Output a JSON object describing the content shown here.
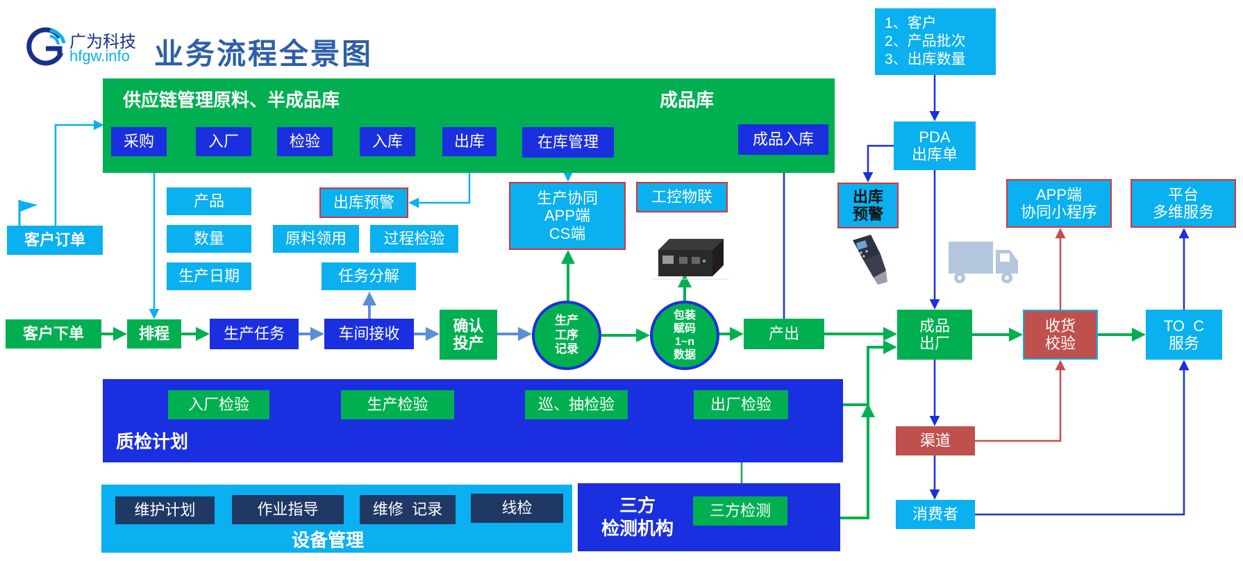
{
  "header": {
    "logo_cn": "广为科技",
    "logo_en": "hfgw.info",
    "title": "业务流程全景图"
  },
  "supply_panel": {
    "title": "供应链管理原料、半成品库",
    "finished_title": "成品库",
    "steps": [
      "采购",
      "入厂",
      "检验",
      "入库",
      "出库"
    ],
    "inventory": "在库管理",
    "finished_in": "成品入库"
  },
  "info_boxes": {
    "customer_info": [
      "1、客户",
      "2、产品批次",
      "3、出库数量"
    ],
    "product": "产品",
    "quantity": "数量",
    "prod_date": "生产日期",
    "out_warning": "出库预警",
    "material": "原料领用",
    "process_check": "过程检验",
    "task_split": "任务分解",
    "collab": [
      "生产协同",
      "APP端",
      "CS端"
    ],
    "iot": "工控物联",
    "pda": [
      "PDA",
      "出库单"
    ],
    "pda_warning": [
      "出库",
      "预警"
    ],
    "app_mini": [
      "APP端",
      "协同小程序"
    ],
    "platform": [
      "平台",
      "多维服务"
    ]
  },
  "flow": {
    "customer_order": "客户订单",
    "customer_place": "客户下单",
    "schedule": "排程",
    "prod_task": "生产任务",
    "workshop": "车间接收",
    "confirm": [
      "确认",
      "投产"
    ],
    "record": [
      "生产",
      "工序",
      "记录"
    ],
    "pack": [
      "包装",
      "赋码",
      "1~n",
      "数据"
    ],
    "output": "产出",
    "ship": [
      "成品",
      "出厂"
    ],
    "receive": [
      "收货",
      "校验"
    ],
    "toc": [
      "TO  C",
      "服务"
    ],
    "channel": "渠道",
    "consumer": "消费者"
  },
  "qc_panel": {
    "title": "质检计划",
    "steps": [
      "入厂检验",
      "生产检验",
      "巡、抽检验",
      "出厂检验"
    ]
  },
  "equip_panel": {
    "title": "设备管理",
    "items": [
      "维护计划",
      "作业指导",
      "维修  记录",
      "线检"
    ]
  },
  "third_party": {
    "title": [
      "三方",
      "检测机构"
    ],
    "test": "三方检测"
  },
  "colors": {
    "navy": "#1a2fe0",
    "green": "#00b050",
    "cyan": "#0ab0ef",
    "dark": "#203864",
    "red": "#c0504d"
  }
}
